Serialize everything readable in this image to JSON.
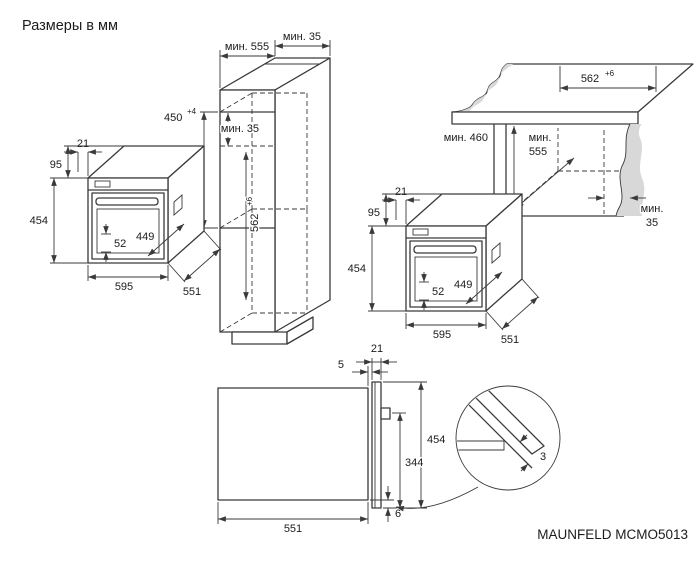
{
  "title": "Размеры в мм",
  "model": "MAUNFELD MCMO5013",
  "colors": {
    "line": "#3a3a3a",
    "text": "#1c1c1c",
    "shade": "#d8d8d8",
    "background": "#ffffff"
  },
  "oven": {
    "dims": {
      "frame_offset": "21",
      "top_depth": "95",
      "height": "454",
      "handle": "52",
      "body_width": "449",
      "width": "595",
      "depth": "551"
    }
  },
  "tall_cabinet": {
    "dims": {
      "depth_min": "мин. 555",
      "top_clearance": "мин. 35",
      "niche_height": "450",
      "niche_height_tol": "+4",
      "inner_clearance": "мин. 35",
      "niche_depth": "562",
      "niche_depth_tol": "+6"
    }
  },
  "base_cabinet": {
    "dims": {
      "depth": "562",
      "depth_tol": "+6",
      "niche_height": "мин. 460",
      "depth_min_word": "мин.",
      "depth_min_value": "555",
      "back_clearance_word": "мин.",
      "back_clearance_value": "35"
    }
  },
  "front_view": {
    "dims": {
      "front_gap": "5",
      "door_thickness": "21",
      "height": "454",
      "handle_height": "344",
      "bottom_gap": "6",
      "depth": "551"
    }
  },
  "detail": {
    "gap": "3"
  }
}
